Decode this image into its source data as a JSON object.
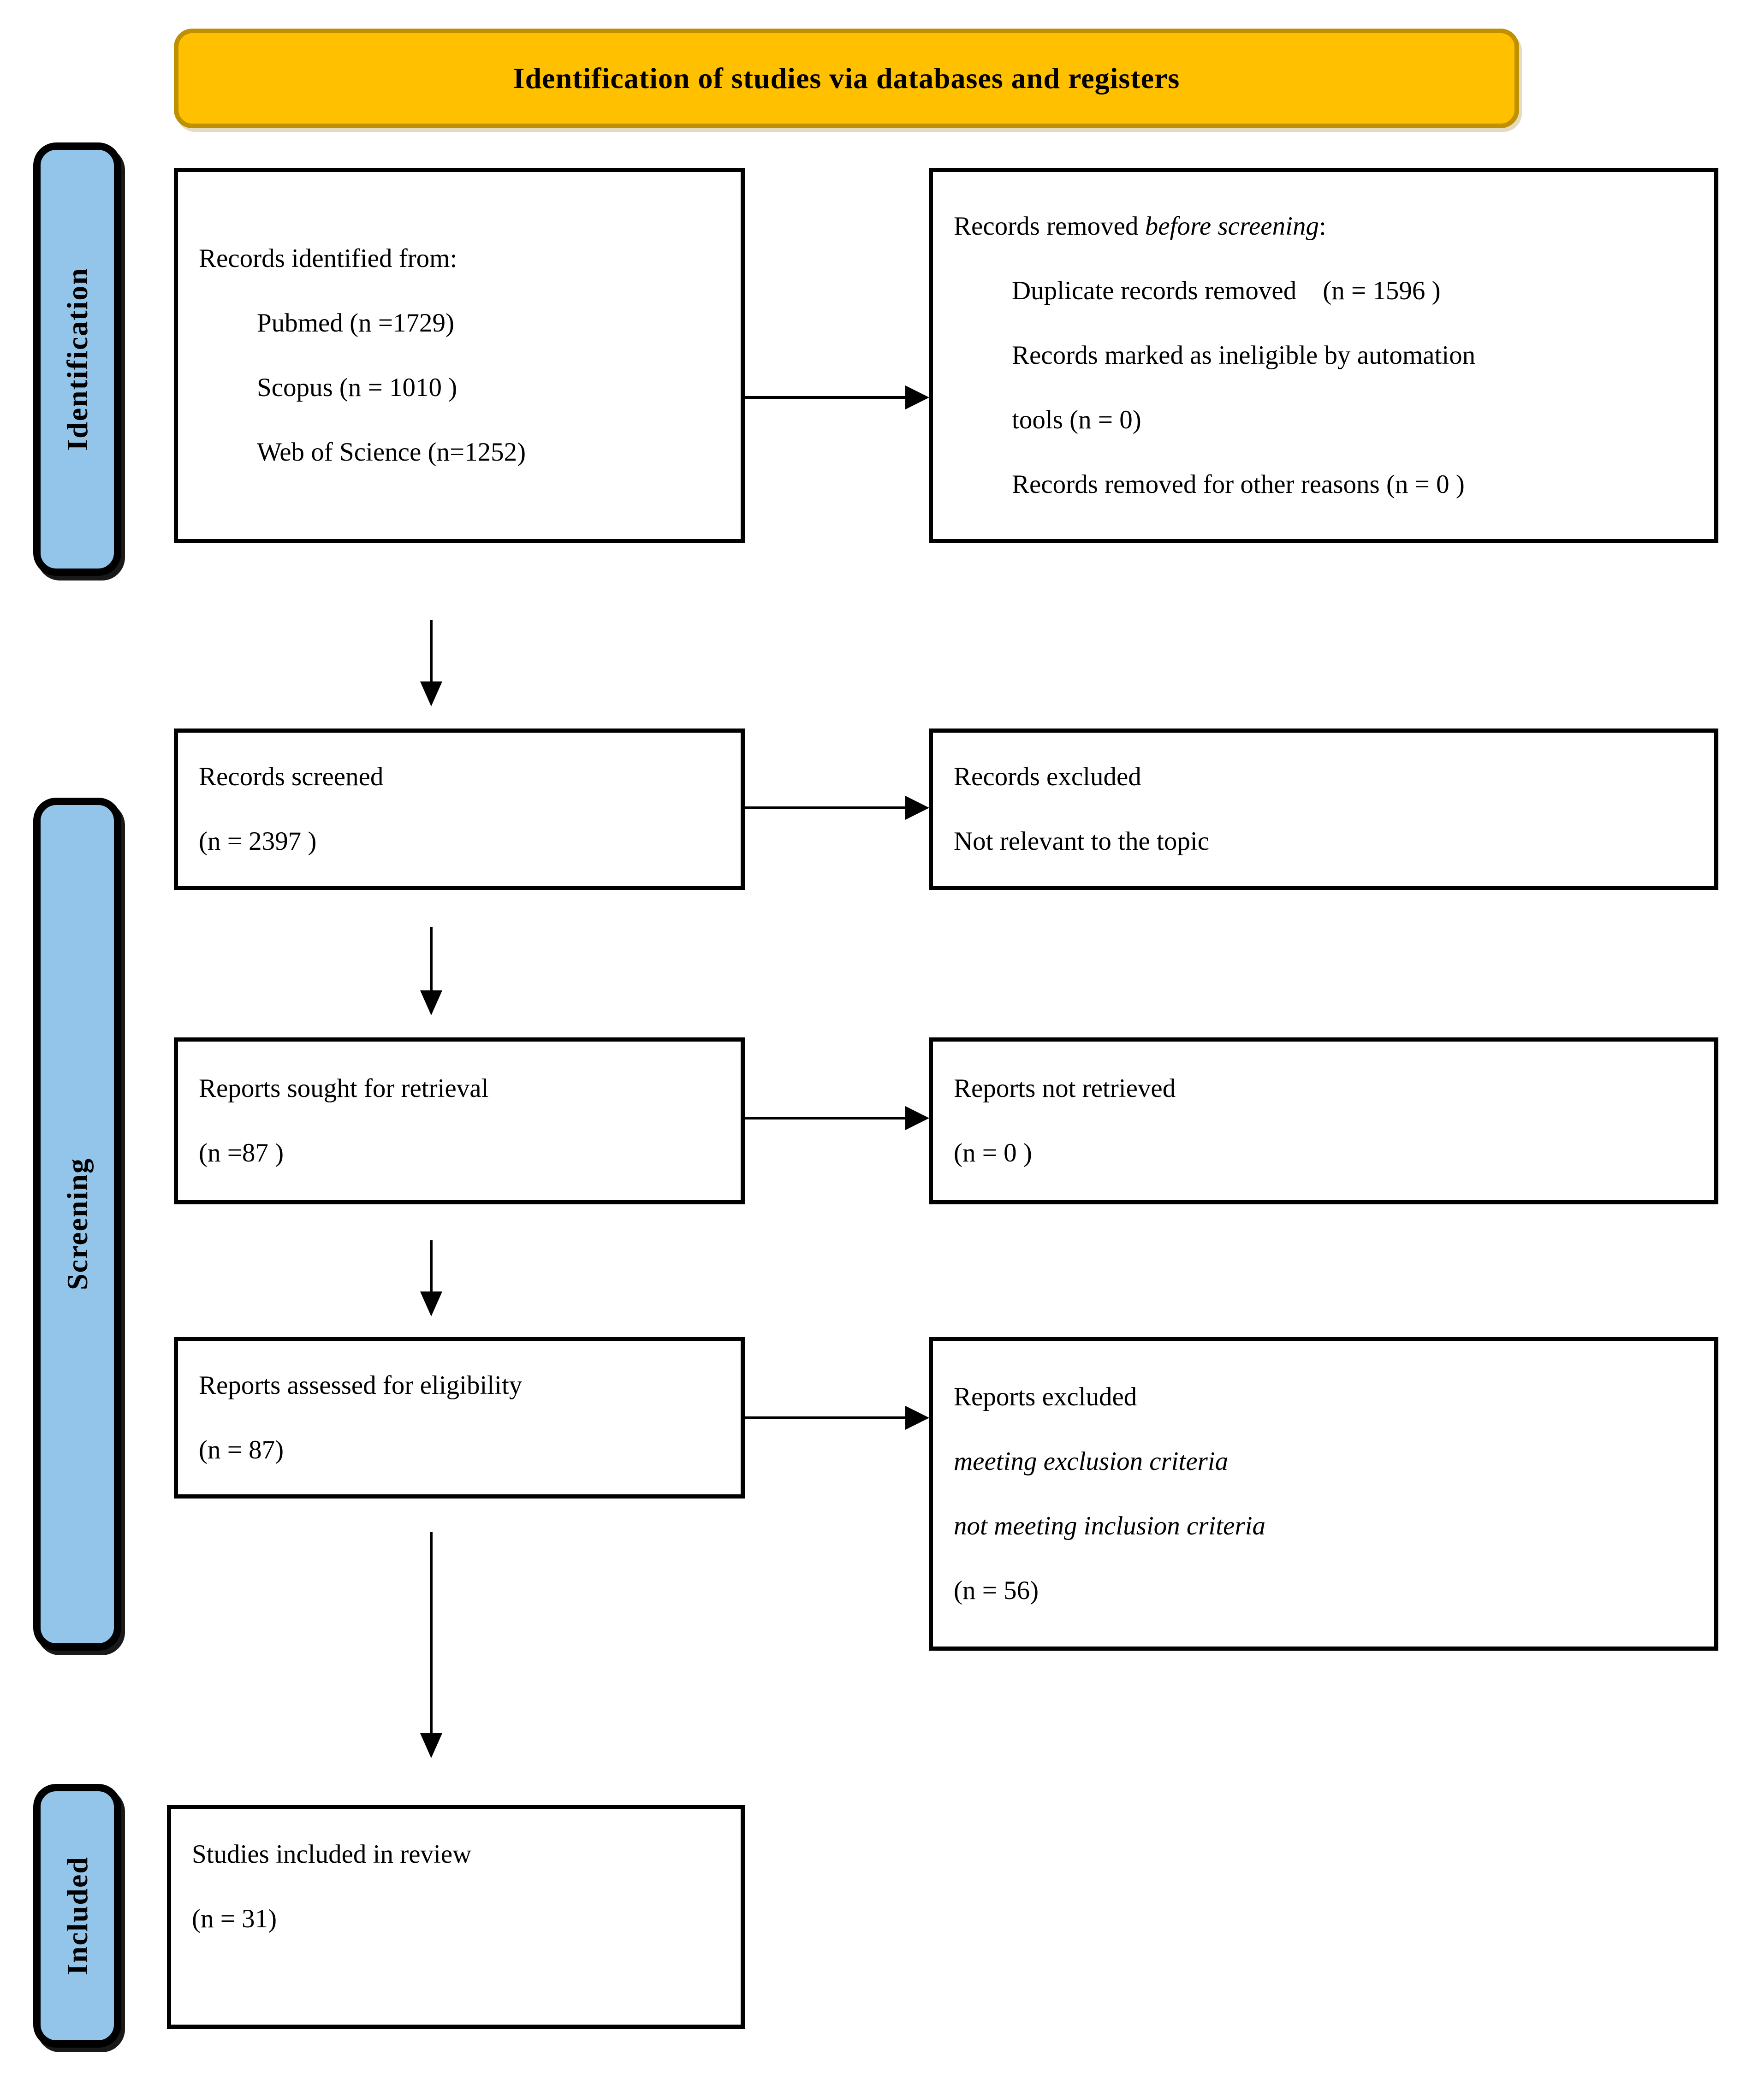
{
  "title_banner": "Identification of studies via databases and registers",
  "stages": {
    "identification": "Identification",
    "screening": "Screening",
    "included": "Included"
  },
  "flow": {
    "identified": {
      "title": "Records identified from:",
      "sources": [
        "Pubmed (n =1729)",
        "Scopus (n = 1010 )",
        "Web of Science (n=1252)"
      ]
    },
    "removed": {
      "title_prefix": "Records removed ",
      "title_italic": "before screening",
      "title_suffix": ":",
      "lines": [
        "Duplicate records removed    (n = 1596 )",
        "Records marked as ineligible by automation",
        "tools (n = 0)",
        "Records removed for other reasons (n = 0 )"
      ]
    },
    "screened": {
      "line1": "Records screened",
      "line2": "(n = 2397 )"
    },
    "excluded": {
      "line1": "Records excluded",
      "line2": "Not relevant to the topic"
    },
    "sought": {
      "line1": "Reports sought for retrieval",
      "line2": "(n =87 )"
    },
    "not_retrieved": {
      "line1": "Reports not retrieved",
      "line2": "(n = 0 )"
    },
    "assessed": {
      "line1": "Reports assessed for eligibility",
      "line2": "(n = 87)"
    },
    "reports_excluded": {
      "line1": "Reports excluded",
      "line2_italic": "meeting exclusion criteria",
      "line3_italic": "not meeting inclusion criteria",
      "line4": "(n = 56)"
    },
    "included_box": {
      "line1": "Studies included in review",
      "line2": "(n = 31)"
    }
  },
  "colors": {
    "banner_fill": "#FFC000",
    "banner_border": "#BF9000",
    "stage_tab_fill": "#93C5EA",
    "box_border": "#000000",
    "text": "#000000"
  }
}
